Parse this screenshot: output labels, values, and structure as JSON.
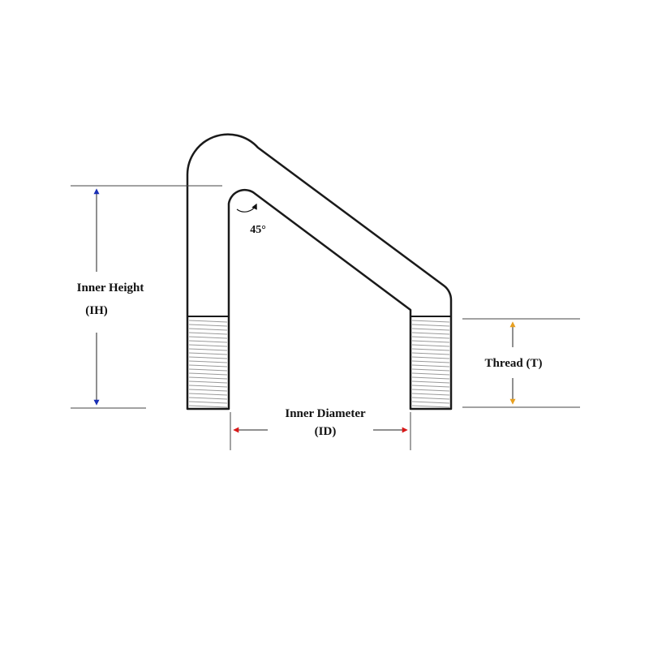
{
  "labels": {
    "inner_height": "Inner Height",
    "inner_height_abbr": "(IH)",
    "angle": "45°",
    "thread": "Thread (T)",
    "inner_diameter": "Inner Diameter",
    "inner_diameter_abbr": "(ID)"
  },
  "colors": {
    "outline": "#1a1a1a",
    "extension_line": "#444444",
    "thread_line": "#9a9a9a",
    "inner_height_arrow": "#1a2fb5",
    "thread_arrow": "#e8a020",
    "inner_diameter_arrow": "#d81818",
    "background": "#ffffff"
  }
}
